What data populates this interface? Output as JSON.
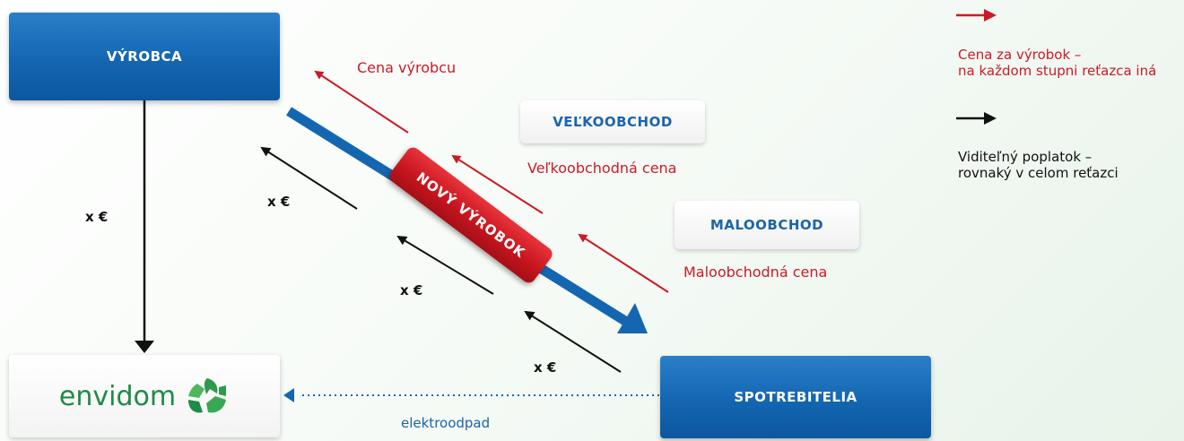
{
  "nodes": {
    "vyrobca": "VÝROBCA",
    "velkoobchod": "VEĽKOOBCHOD",
    "maloobchod": "MALOOBCHOD",
    "spotrebitelia": "SPOTREBITELIA",
    "envidom": "envidom"
  },
  "product_badge": "NOVÝ VÝROBOK",
  "price_labels": {
    "producer": "Cena výrobcu",
    "wholesale": "Veľkoobchodná cena",
    "retail": "Maloobchodná cena"
  },
  "fee_label": "x €",
  "ewaste_label": "elektroodpad",
  "legend": {
    "red_line1": "Cena za výrobok –",
    "red_line2": "na každom stupni reťazca iná",
    "black_line1": "Viditeľný poplatok –",
    "black_line2": "rovnaký v celom reťazci"
  },
  "colors": {
    "blue": "#1466b1",
    "red": "#cc1a25",
    "green": "#1e8a47",
    "black": "#111111"
  }
}
